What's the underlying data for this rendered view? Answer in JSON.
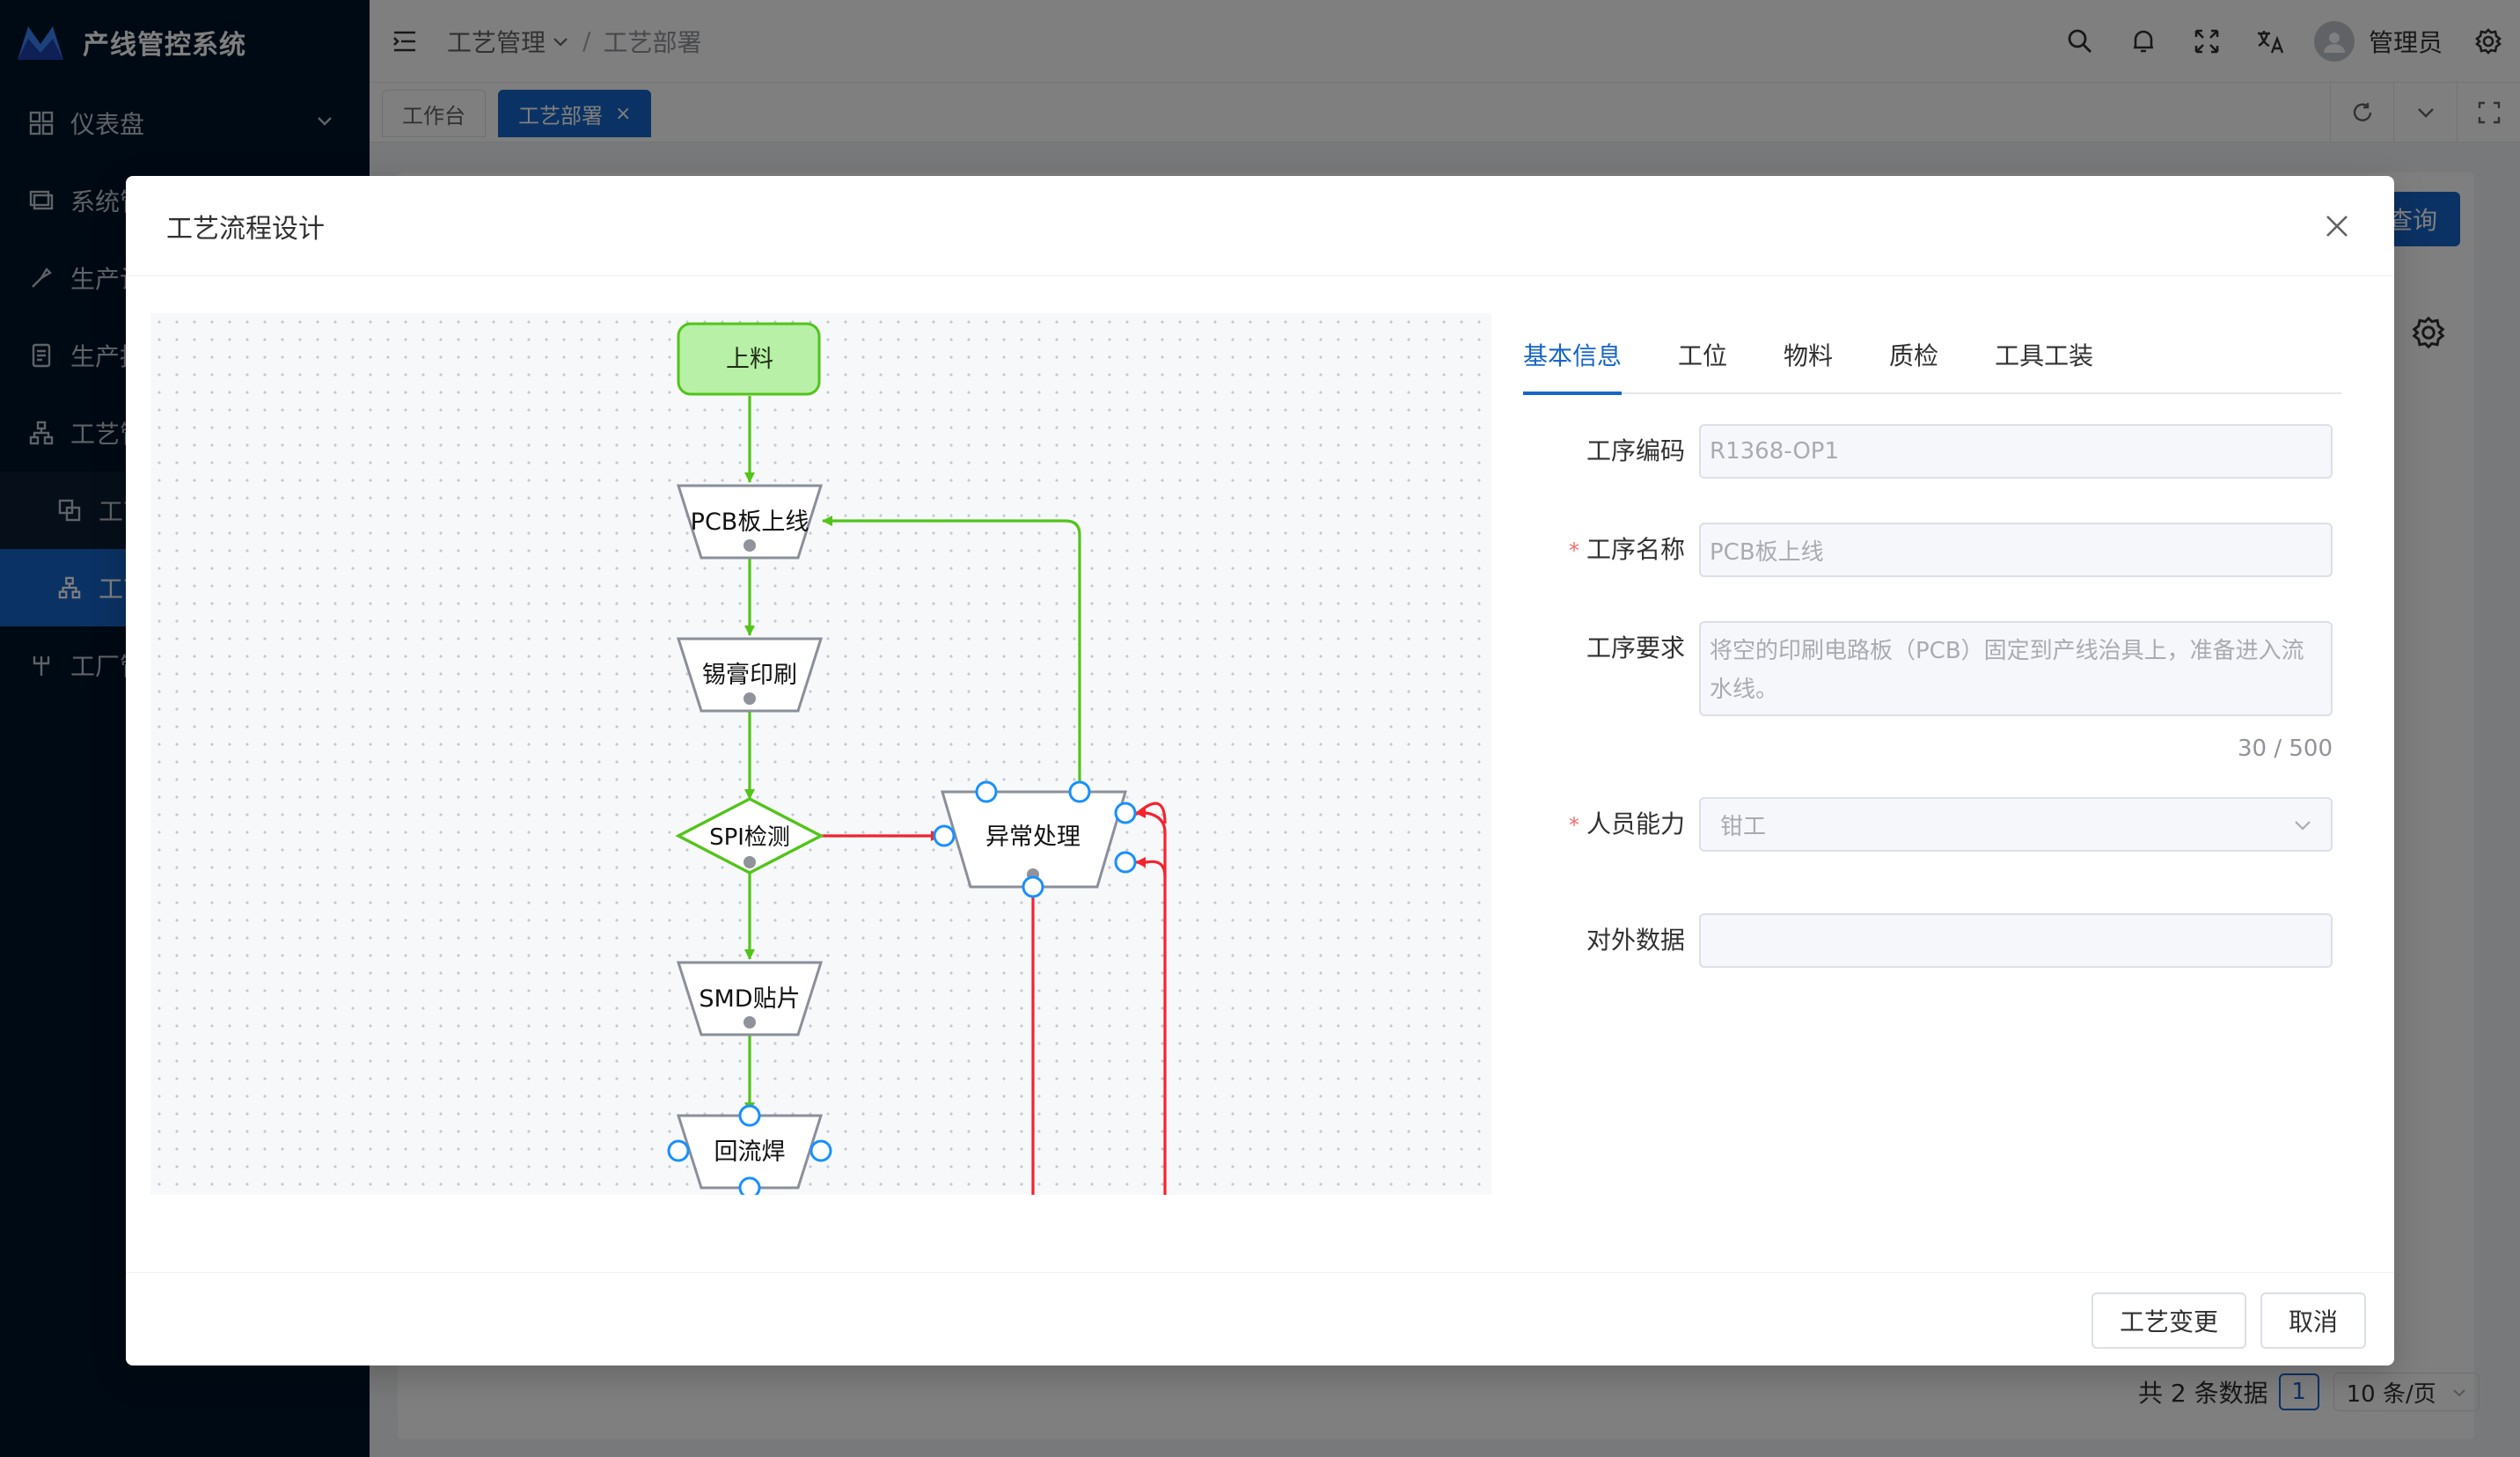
{
  "app": {
    "title": "产线管控系统"
  },
  "sidebar": {
    "items": [
      {
        "label": "仪表盘",
        "icon": "dashboard-icon"
      },
      {
        "label": "系统管理",
        "icon": "monitor-icon"
      },
      {
        "label": "生产计划",
        "icon": "tool-icon"
      },
      {
        "label": "生产执行",
        "icon": "document-icon"
      },
      {
        "label": "工艺管理",
        "icon": "org-icon"
      }
    ],
    "subitems": [
      {
        "label": "工艺路线",
        "icon": "copy-icon"
      },
      {
        "label": "工艺部署",
        "icon": "org-icon",
        "active": true
      }
    ],
    "after": [
      {
        "label": "工厂管理",
        "icon": "factory-icon"
      }
    ]
  },
  "header": {
    "breadcrumb": [
      "工艺管理",
      "工艺部署"
    ],
    "user": "管理员"
  },
  "tabs": [
    {
      "label": "工作台"
    },
    {
      "label": "工艺部署",
      "active": true,
      "close": "×"
    }
  ],
  "background": {
    "query_label": "查询",
    "pager_total": "共 2 条数据",
    "pager_page": "1",
    "pager_size": "10 条/页"
  },
  "dialog": {
    "title": "工艺流程设计",
    "flow_nodes": {
      "start": "上料",
      "pcb": "PCB板上线",
      "print": "锡膏印刷",
      "spi": "SPI检测",
      "smd": "SMD贴片",
      "reflow": "回流焊",
      "exception": "异常处理"
    },
    "form_tabs": [
      "基本信息",
      "工位",
      "物料",
      "质检",
      "工具工装"
    ],
    "form": {
      "code_label": "工序编码",
      "code_value": "R1368-OP1",
      "name_label": "工序名称",
      "name_value": "PCB板上线",
      "req_label": "工序要求",
      "req_value": "将空的印刷电路板（PCB）固定到产线治具上，准备进入流水线。",
      "req_count": "30 / 500",
      "skill_label": "人员能力",
      "skill_value": "钳工",
      "ext_label": "对外数据",
      "ext_value": ""
    },
    "buttons": {
      "change": "工艺变更",
      "cancel": "取消"
    }
  },
  "colors": {
    "primary": "#1765c8",
    "flow_green": "#52c41a",
    "flow_red": "#f5222d",
    "sidebar_bg": "#001529"
  }
}
